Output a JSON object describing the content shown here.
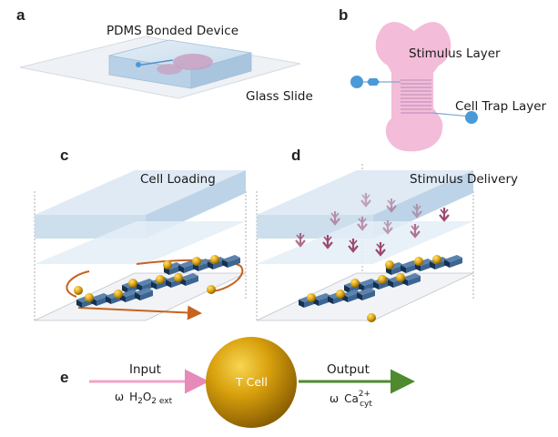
{
  "panels": {
    "a": {
      "letter": "a",
      "device_label": "PDMS Bonded Device",
      "slide_label": "Glass Slide"
    },
    "b": {
      "letter": "b",
      "stimulus_label": "Stimulus Layer",
      "trap_label": "Cell Trap Layer"
    },
    "c": {
      "letter": "c",
      "title": "Cell Loading"
    },
    "d": {
      "letter": "d",
      "title": "Stimulus Delivery"
    },
    "e": {
      "letter": "e",
      "input_label": "Input",
      "input_omega": "ω",
      "input_species": "H",
      "input_sub1": "2",
      "input_O": "O",
      "input_sub2": "2 ext",
      "cell_label": "T Cell",
      "output_label": "Output",
      "output_omega": "ω",
      "output_species": "Ca",
      "output_sup": "2+",
      "output_sub": "cyt"
    }
  },
  "colors": {
    "pdms": "#cfe0ee",
    "glass": "#eef1f5",
    "stimulus_layer": "#f3bcd8",
    "port": "#4a9ad8",
    "trap": "#1f3f66",
    "cell": "#d9a10d",
    "flow_arrow": "#c8621e",
    "input_arrow": "#f0a3c8",
    "output_arrow": "#4f8a2e",
    "stimulus_arrow": "#9c4a6e",
    "cell_body": "#c08a06"
  }
}
